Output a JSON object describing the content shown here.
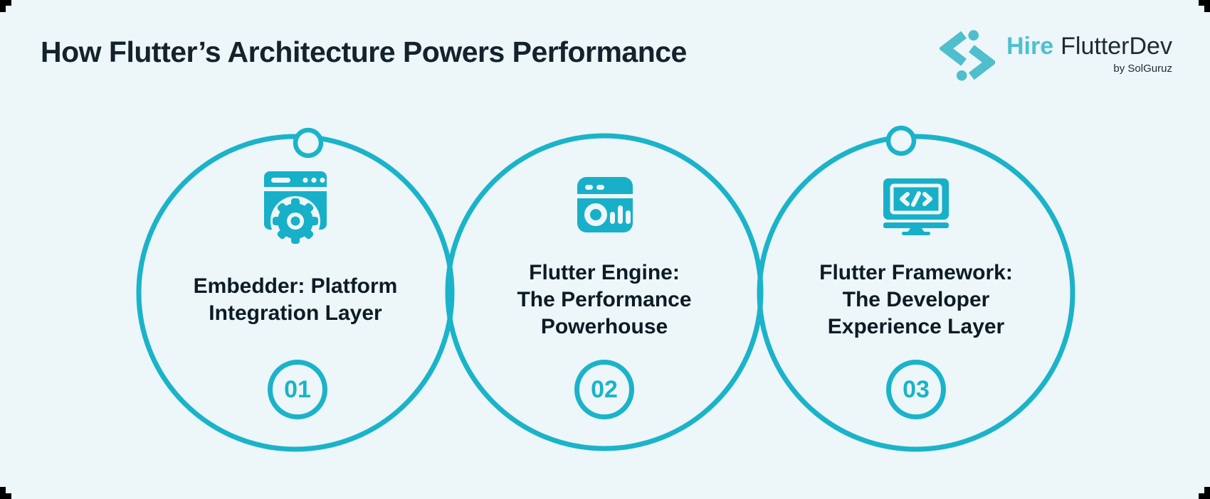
{
  "meta": {
    "background_color": "#edf6f8",
    "accent_color": "#1bb3c9",
    "dark_text_color": "#0c1b26",
    "logo_teal_color": "#4fc0d0"
  },
  "header": {
    "title": "How Flutter’s Architecture Powers Performance"
  },
  "logo": {
    "mark_icon": "code-brackets-icon",
    "brand_primary": "Hire",
    "brand_secondary": "FlutterDev",
    "byline": "by SolGuruz"
  },
  "steps": [
    {
      "number": "01",
      "icon": "browser-gear-icon",
      "title_lines": [
        "Embedder: Platform",
        "Integration Layer"
      ]
    },
    {
      "number": "02",
      "icon": "dashboard-chart-icon",
      "title_lines": [
        "Flutter Engine:",
        "The Performance",
        "Powerhouse"
      ]
    },
    {
      "number": "03",
      "icon": "monitor-code-icon",
      "title_lines": [
        "Flutter Framework:",
        "The Developer",
        "Experience Layer"
      ]
    }
  ]
}
